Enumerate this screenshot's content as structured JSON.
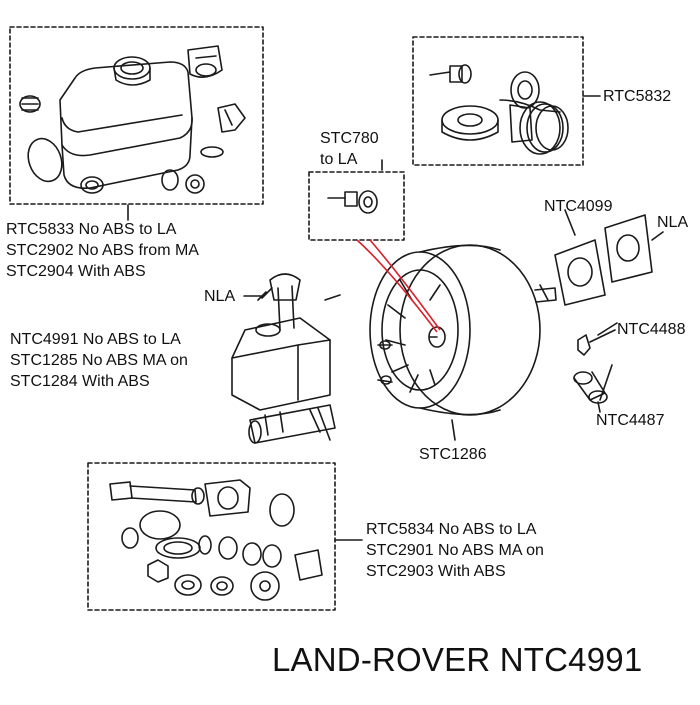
{
  "labels": {
    "rtc5832": "RTC5832",
    "stc780": [
      "STC780",
      "to LA"
    ],
    "ntc4099": "NTC4099",
    "nla_top": "NLA",
    "nla_left": "NLA",
    "ntc4488": "NTC4488",
    "ntc4487": "NTC4487",
    "stc1286": "STC1286",
    "group_top_left": [
      "RTC5833 No ABS to LA",
      "STC2902 No ABS from MA",
      "STC2904 With ABS"
    ],
    "group_mid_left": [
      "NTC4991 No ABS to LA",
      "STC1285 No ABS MA on",
      "STC1284 With ABS"
    ],
    "group_bottom": [
      "RTC5834 No ABS to LA",
      "STC2901 No ABS MA on",
      "STC2903 With ABS"
    ]
  },
  "title": "LAND-ROVER NTC4991",
  "colors": {
    "line": "#1a1a1a",
    "highlight": "#d9202a",
    "background": "#ffffff"
  }
}
